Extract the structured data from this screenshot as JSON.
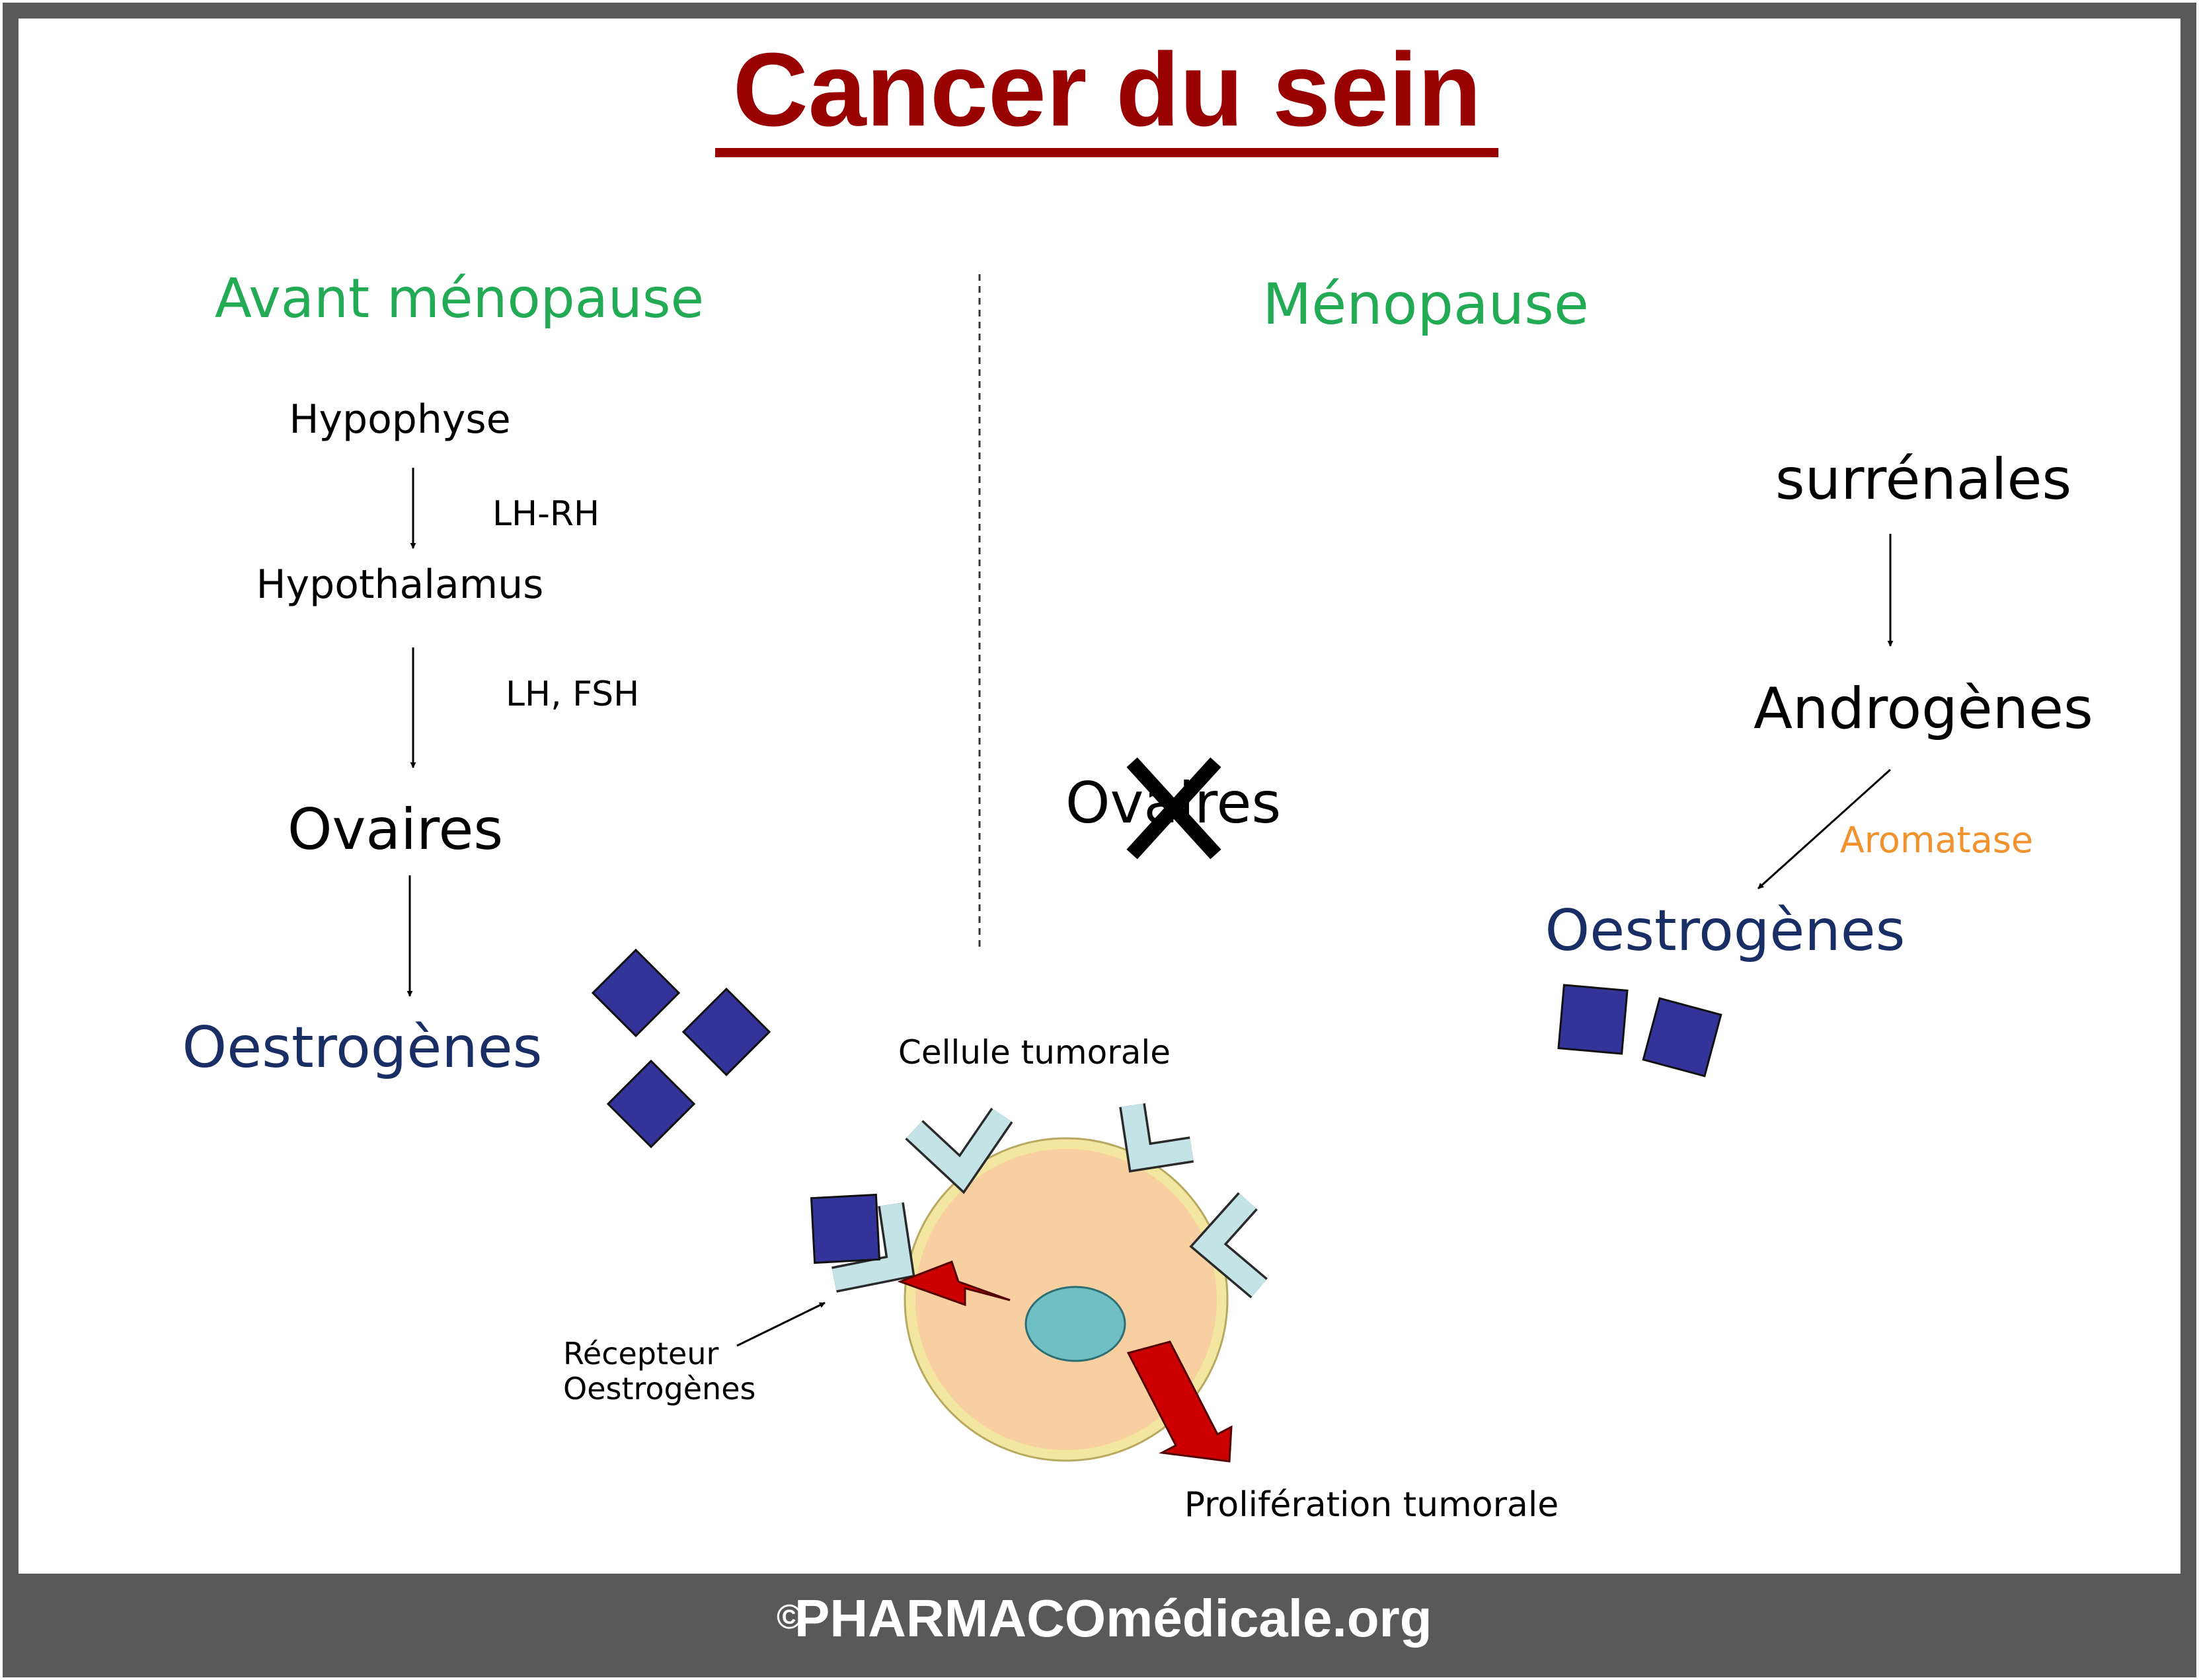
{
  "title": "Cancer du sein",
  "before": {
    "heading": "Avant ménopause",
    "hypophyse": "Hypophyse",
    "lhrh": "LH-RH",
    "hypothalamus": "Hypothalamus",
    "lhfsh": "LH, FSH",
    "ovaires": "Ovaires",
    "oestrogenes": "Oestrogènes"
  },
  "after": {
    "heading": "Ménopause",
    "ovaires": "Ovaires",
    "surrenales": "surrénales",
    "androgenes": "Androgènes",
    "aromatase": "Aromatase",
    "oestrogenes": "Oestrogènes"
  },
  "cell": {
    "label": "Cellule tumorale",
    "receptor_line1": "Récepteur",
    "receptor_line2": "Oestrogènes",
    "proliferation": "Prolifération tumorale"
  },
  "footer": {
    "copyright": "©",
    "brand": "PHARMACOmédicale.org"
  },
  "colors": {
    "title": "#990000",
    "heading": "#22aa55",
    "oestrogen_text": "#1a2e66",
    "aromatase": "#f0922e",
    "estrogen_square": "#333399",
    "receptor": "#c4e3e6",
    "cell": "#f8cfa0",
    "nucleus": "#70bfc4",
    "signal": "#cc0000",
    "footer_bg": "#595959"
  }
}
